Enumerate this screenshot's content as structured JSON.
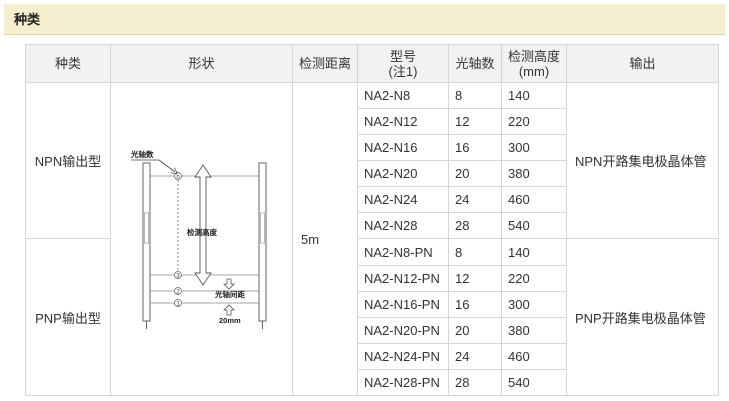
{
  "section_title": "种类",
  "headers": {
    "kind": "种类",
    "shape": "形状",
    "distance": "检测距离",
    "model_line1": "型号",
    "model_line2": "(注1)",
    "axes": "光轴数",
    "height_line1": "检测高度",
    "height_line2": "(mm)",
    "output": "输出"
  },
  "distance_value": "5m",
  "groups": [
    {
      "kind": "NPN输出型",
      "output": "NPN开路集电极晶体管",
      "rows": [
        {
          "model": "NA2-N8",
          "axes": "8",
          "height": "140"
        },
        {
          "model": "NA2-N12",
          "axes": "12",
          "height": "220"
        },
        {
          "model": "NA2-N16",
          "axes": "16",
          "height": "300"
        },
        {
          "model": "NA2-N20",
          "axes": "20",
          "height": "380"
        },
        {
          "model": "NA2-N24",
          "axes": "24",
          "height": "460"
        },
        {
          "model": "NA2-N28",
          "axes": "28",
          "height": "540"
        }
      ]
    },
    {
      "kind": "PNP输出型",
      "output": "PNP开路集电极晶体管",
      "rows": [
        {
          "model": "NA2-N8-PN",
          "axes": "8",
          "height": "140"
        },
        {
          "model": "NA2-N12-PN",
          "axes": "12",
          "height": "220"
        },
        {
          "model": "NA2-N16-PN",
          "axes": "16",
          "height": "300"
        },
        {
          "model": "NA2-N20-PN",
          "axes": "20",
          "height": "380"
        },
        {
          "model": "NA2-N24-PN",
          "axes": "24",
          "height": "460"
        },
        {
          "model": "NA2-N28-PN",
          "axes": "28",
          "height": "540"
        }
      ]
    }
  ],
  "diagram": {
    "label_axes": "光轴数",
    "label_height": "检测高度",
    "label_pitch": "光轴间距",
    "label_pitch_value": "20mm",
    "marker_n": "n",
    "marker_3": "3",
    "marker_2": "2",
    "marker_1": "1"
  }
}
